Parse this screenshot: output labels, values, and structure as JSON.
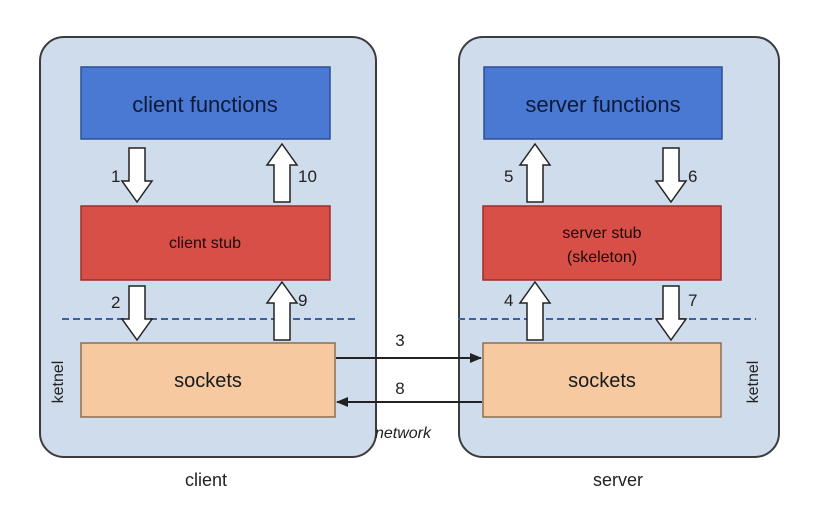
{
  "client": {
    "label": "client",
    "kernel_label": "ketnel",
    "functions_label": "client functions",
    "stub_label": "client stub",
    "sockets_label": "sockets"
  },
  "server": {
    "label": "server",
    "kernel_label": "ketnel",
    "functions_label": "server functions",
    "stub_label_line1": "server stub",
    "stub_label_line2": "(skeleton)",
    "sockets_label": "sockets"
  },
  "arrows": {
    "a1": "1",
    "a2": "2",
    "a3": "3",
    "a4": "4",
    "a5": "5",
    "a6": "6",
    "a7": "7",
    "a8": "8",
    "a9": "9",
    "a10": "10"
  },
  "network_label": "network",
  "colors": {
    "panel_fill": "#cfdcec",
    "panel_stroke": "#3c3c3c",
    "functions_fill": "#4a79d4",
    "stub_fill": "#d84f47",
    "sockets_fill": "#f6c9a0"
  }
}
